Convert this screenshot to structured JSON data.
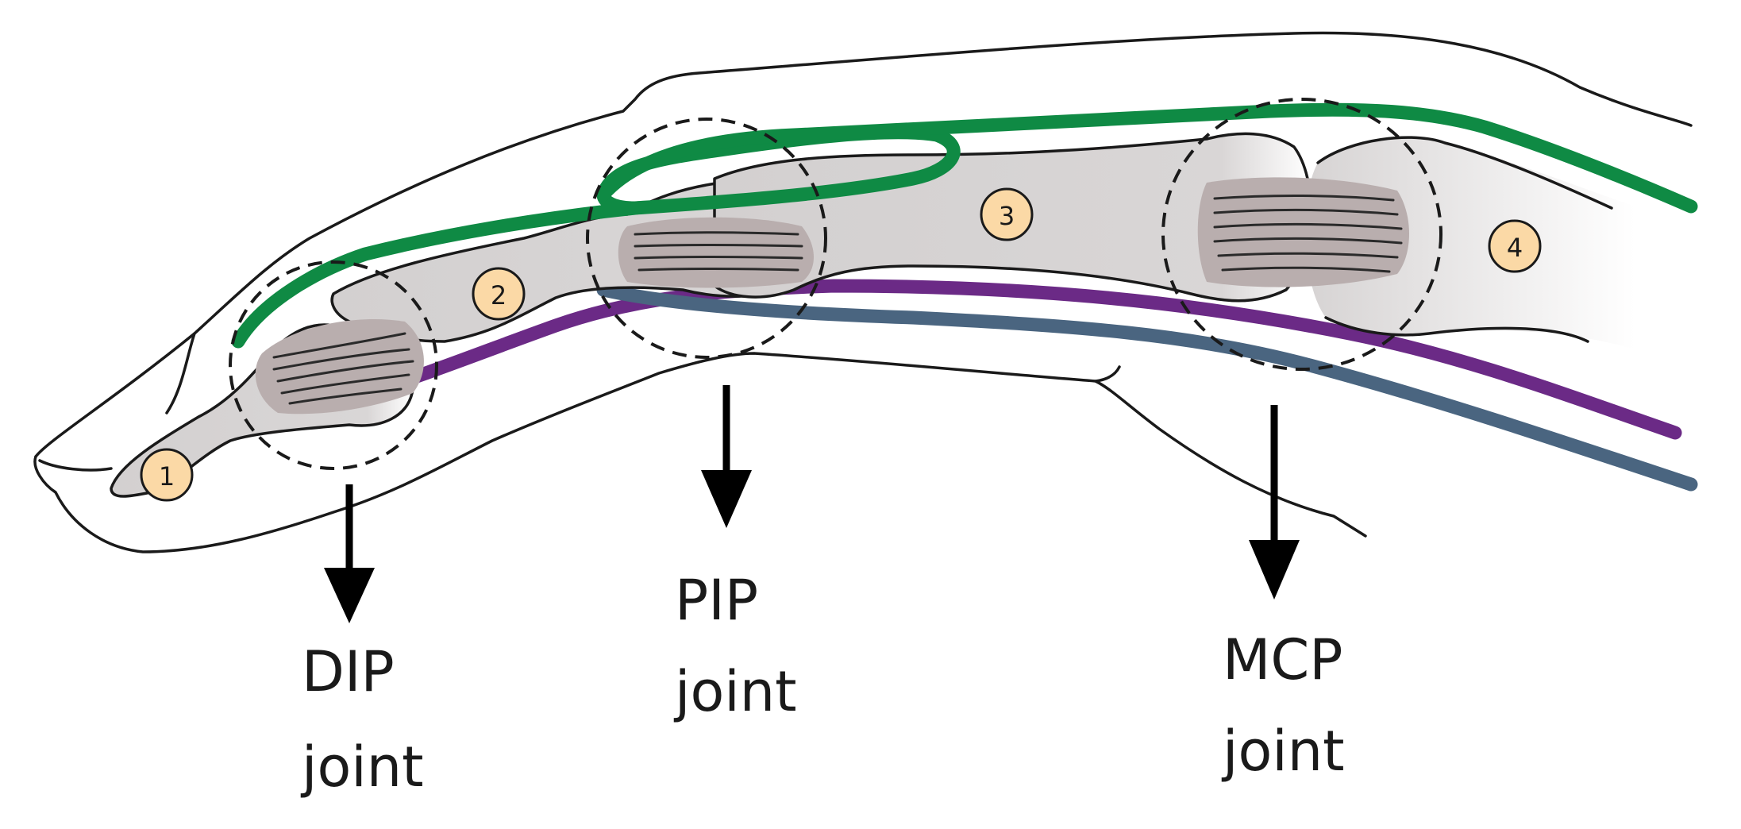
{
  "labels": {
    "dip": {
      "line1": "DIP",
      "line2": "joint"
    },
    "pip": {
      "line1": "PIP",
      "line2": "joint"
    },
    "mcp": {
      "line1": "MCP",
      "line2": "joint"
    }
  },
  "bones": [
    "1",
    "2",
    "3",
    "4"
  ],
  "colors": {
    "extensor_tendon": "#0f8a44",
    "flexor_superficial": "#6b2a86",
    "flexor_deep": "#4a6580",
    "bone_fill": "#d6d3d3",
    "badge_fill": "#fbd9a6"
  }
}
